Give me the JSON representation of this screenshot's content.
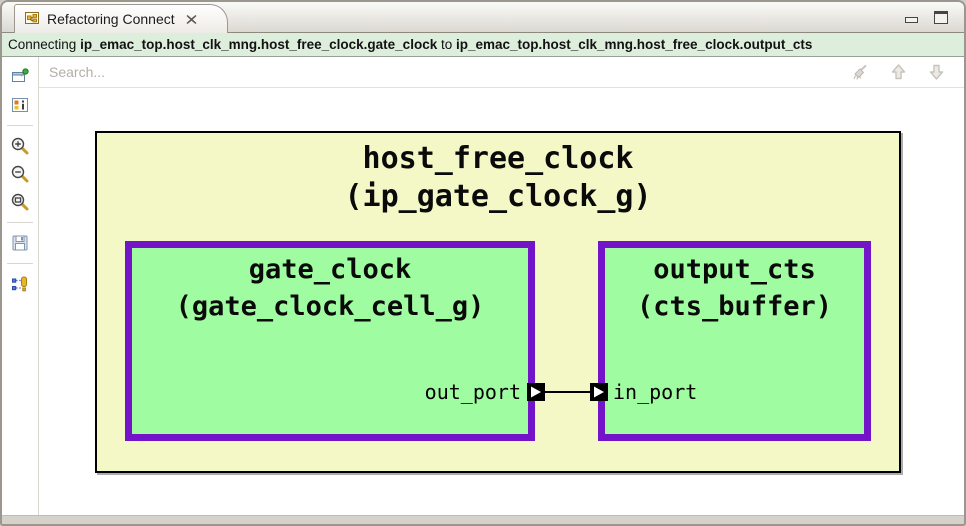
{
  "window": {
    "tab_title": "Refactoring Connect"
  },
  "message_bar": {
    "prefix": "Connecting ",
    "source_path": "ip_emac_top.host_clk_mng.host_free_clock.gate_clock",
    "conjunction": " to ",
    "target_path": "ip_emac_top.host_clk_mng.host_free_clock.output_cts"
  },
  "search": {
    "placeholder": "Search..."
  },
  "toolbar": {
    "items": [
      "pin-editor",
      "legend-info",
      "zoom-in",
      "zoom-out",
      "zoom-fit",
      "save",
      "show-connections"
    ],
    "search_actions": [
      "clear-search",
      "previous-match",
      "next-match"
    ]
  },
  "diagram": {
    "outer_node": {
      "name": "host_free_clock",
      "type": "(ip_gate_clock_g)",
      "fill": "#f3f8c6",
      "border": "#000000"
    },
    "child_nodes": [
      {
        "name": "gate_clock",
        "type": "(gate_clock_cell_g)",
        "port": "out_port",
        "fill": "#a0fca0",
        "border": "#7314c8"
      },
      {
        "name": "output_cts",
        "type": "(cts_buffer)",
        "port": "in_port",
        "fill": "#a0fca0",
        "border": "#7314c8"
      }
    ],
    "connection": {
      "from": "out_port",
      "to": "in_port"
    }
  },
  "colors": {
    "message_bar_bg": "#ddeedd",
    "node_yellow": "#f3f8c6",
    "node_green": "#a0fca0",
    "node_purple_border": "#7314c8"
  }
}
